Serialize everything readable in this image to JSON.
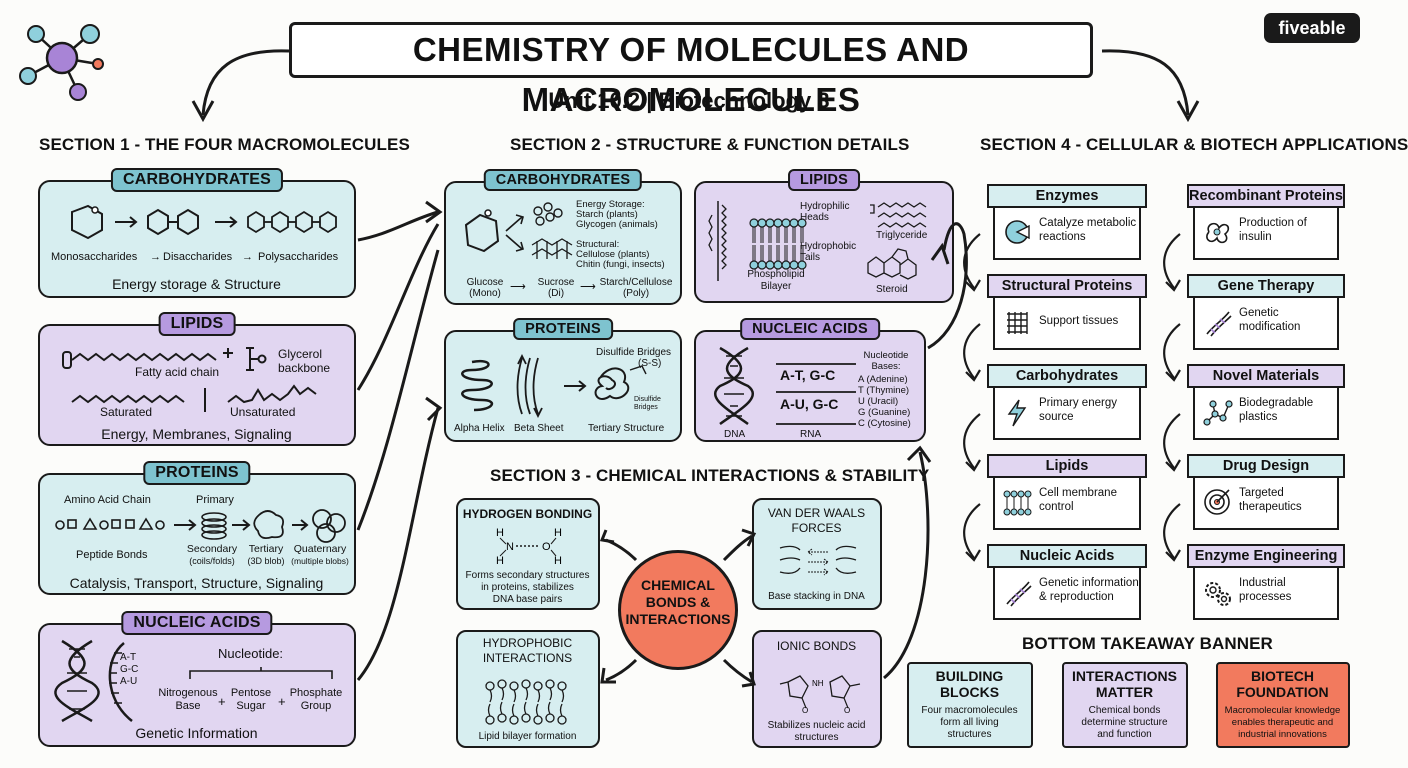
{
  "title": "CHEMISTRY OF MOLECULES AND MACROMOLECULES",
  "subtitle": "Unit 10.2 | Biotechnology 3",
  "brand": "fiveable",
  "colors": {
    "cyan": "#d7eef0",
    "purple": "#e1d6f1",
    "orange": "#f27a5e",
    "ink": "#1a1a1a"
  },
  "section1": {
    "heading": "SECTION 1 - THE FOUR MACROMOLECULES",
    "carbs": {
      "tag": "CARBOHYDRATES",
      "mono": "Monosaccharides",
      "arrow": "→",
      "di": "Disaccharides",
      "poly": "Polysaccharides",
      "summary": "Energy storage & Structure"
    },
    "lipids": {
      "tag": "LIPIDS",
      "chain": "Fatty acid chain",
      "plus": "+",
      "glycerol": "Glycerol",
      "backbone": "backbone",
      "saturated": "Saturated",
      "unsaturated": "Unsaturated",
      "summary": "Energy, Membranes, Signaling"
    },
    "proteins": {
      "tag": "PROTEINS",
      "chain": "Amino Acid Chain",
      "primary": "Primary",
      "bonds": "Peptide Bonds",
      "secondary": "Secondary",
      "secondary_note": "(coils/folds)",
      "tertiary": "Tertiary",
      "tertiary_note": "(3D blob)",
      "quaternary": "Quaternary",
      "quaternary_note": "(multiple blobs)",
      "summary": "Catalysis, Transport, Structure, Signaling"
    },
    "nucleic": {
      "tag": "NUCLEIC ACIDS",
      "pairs": [
        "A-T",
        "G-C",
        "A-U"
      ],
      "nucleotide": "Nucleotide:",
      "base1": "Nitrogenous",
      "base2": "Base",
      "plus": "+",
      "sugar1": "Pentose",
      "sugar2": "Sugar",
      "phos1": "Phosphate",
      "phos2": "Group",
      "summary": "Genetic Information"
    }
  },
  "section2": {
    "heading": "SECTION 2 - STRUCTURE & FUNCTION DETAILS",
    "carbs": {
      "tag": "CARBOHYDRATES",
      "storage": "Energy Storage:",
      "storage_items": [
        "Starch (plants)",
        "Glycogen (animals)"
      ],
      "structural": "Structural:",
      "structural_items": [
        "Cellulose (plants)",
        "Chitin (fungi, insects)"
      ],
      "glucose": "Glucose",
      "glucose_note": "(Mono)",
      "sucrose": "Sucrose",
      "sucrose_note": "(Di)",
      "starch": "Starch/Cellulose",
      "starch_note": "(Poly)"
    },
    "lipids": {
      "tag": "LIPIDS",
      "heads": "Hydrophilic",
      "heads2": "Heads",
      "tails": "Hydrophobic",
      "tails2": "Tails",
      "triglyceride": "Triglyceride",
      "phospho": "Phospholipid",
      "bilayer": "Bilayer",
      "steroid": "Steroid"
    },
    "proteins": {
      "tag": "PROTEINS",
      "disulfide": "Disulfide Bridges",
      "ss": "(S-S)",
      "helix": "Alpha Helix",
      "sheet": "Beta Sheet",
      "tertiary": "Tertiary Structure",
      "bridges_note": "Disulfide Bridges"
    },
    "nucleic": {
      "tag": "NUCLEIC ACIDS",
      "dna_pair": "A-T, G-C",
      "rna_pair": "A-U, G-C",
      "dna": "DNA",
      "rna": "RNA",
      "bases_title": "Nucleotide",
      "bases_title2": "Bases:",
      "bases": [
        "A (Adenine)",
        "T (Thymine)",
        "U (Uracil)",
        "G (Guanine)",
        "C (Cytosine)"
      ]
    }
  },
  "section3": {
    "heading": "SECTION 3 - CHEMICAL INTERACTIONS & STABILITY",
    "center": [
      "CHEMICAL",
      "BONDS &",
      "INTERACTIONS"
    ],
    "hbond": {
      "title": "HYDROGEN BONDING",
      "desc": [
        "Forms secondary structures",
        "in proteins, stabilizes",
        "DNA base pairs"
      ]
    },
    "vdw": {
      "title": [
        "VAN DER WAALS",
        "FORCES"
      ],
      "desc": "Base stacking in DNA"
    },
    "hydrophobic": {
      "title": [
        "HYDROPHOBIC",
        "INTERACTIONS"
      ],
      "desc": "Lipid bilayer formation"
    },
    "ionic": {
      "title": "IONIC BONDS",
      "desc": [
        "Stabilizes nucleic acid",
        "structures"
      ]
    }
  },
  "section4": {
    "heading": "SECTION 4 - CELLULAR & BIOTECH APPLICATIONS",
    "left": [
      {
        "title": "Enzymes",
        "desc": [
          "Catalyze metabolic",
          "reactions"
        ],
        "icon": "pacman-enzyme-icon"
      },
      {
        "title": "Structural Proteins",
        "desc": [
          "Support tissues"
        ],
        "icon": "mesh-icon"
      },
      {
        "title": "Carbohydrates",
        "desc": [
          "Primary energy",
          "source"
        ],
        "icon": "lightning-icon"
      },
      {
        "title": "Lipids",
        "desc": [
          "Cell membrane",
          "control"
        ],
        "icon": "membrane-icon"
      },
      {
        "title": "Nucleic Acids",
        "desc": [
          "Genetic information",
          "& reproduction"
        ],
        "icon": "dna-icon"
      }
    ],
    "right": [
      {
        "title": "Recombinant Proteins",
        "desc": [
          "Production of",
          "insulin"
        ],
        "icon": "protein-icon"
      },
      {
        "title": "Gene Therapy",
        "desc": [
          "Genetic",
          "modification"
        ],
        "icon": "dna-icon"
      },
      {
        "title": "Novel Materials",
        "desc": [
          "Biodegradable",
          "plastics"
        ],
        "icon": "network-icon"
      },
      {
        "title": "Drug Design",
        "desc": [
          "Targeted",
          "therapeutics"
        ],
        "icon": "target-icon"
      },
      {
        "title": "Enzyme Engineering",
        "desc": [
          "Industrial",
          "processes"
        ],
        "icon": "gears-icon"
      }
    ]
  },
  "banner": {
    "heading": "BOTTOM TAKEAWAY BANNER",
    "items": [
      {
        "title": [
          "BUILDING",
          "BLOCKS"
        ],
        "desc": [
          "Four macromolecules",
          "form all living",
          "structures"
        ]
      },
      {
        "title": [
          "INTERACTIONS",
          "MATTER"
        ],
        "desc": [
          "Chemical bonds",
          "determine structure",
          "and function"
        ]
      },
      {
        "title": [
          "BIOTECH",
          "FOUNDATION"
        ],
        "desc": [
          "Macromolecular knowledge",
          "enables therapeutic and",
          "industrial innovations"
        ]
      }
    ]
  }
}
